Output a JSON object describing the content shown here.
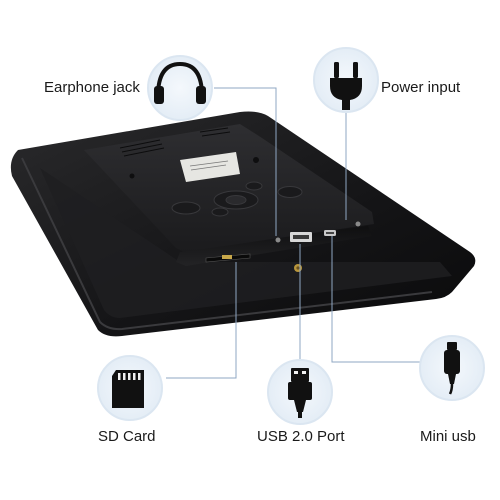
{
  "callouts": {
    "earphone_jack": "Earphone jack",
    "power_input": "Power input",
    "sd_card": "SD Card",
    "usb_port": "USB 2.0 Port",
    "mini_usb": "Mini usb"
  },
  "colors": {
    "circle_fill": "#e9f1f8",
    "circle_ring": "#dde8f2",
    "leader_line": "#8fa7c3",
    "icon": "#111111",
    "device_body": "#1a1a1c"
  },
  "icons": [
    "headphones-icon",
    "power-plug-icon",
    "sd-card-icon",
    "usb-icon",
    "mini-usb-icon"
  ]
}
